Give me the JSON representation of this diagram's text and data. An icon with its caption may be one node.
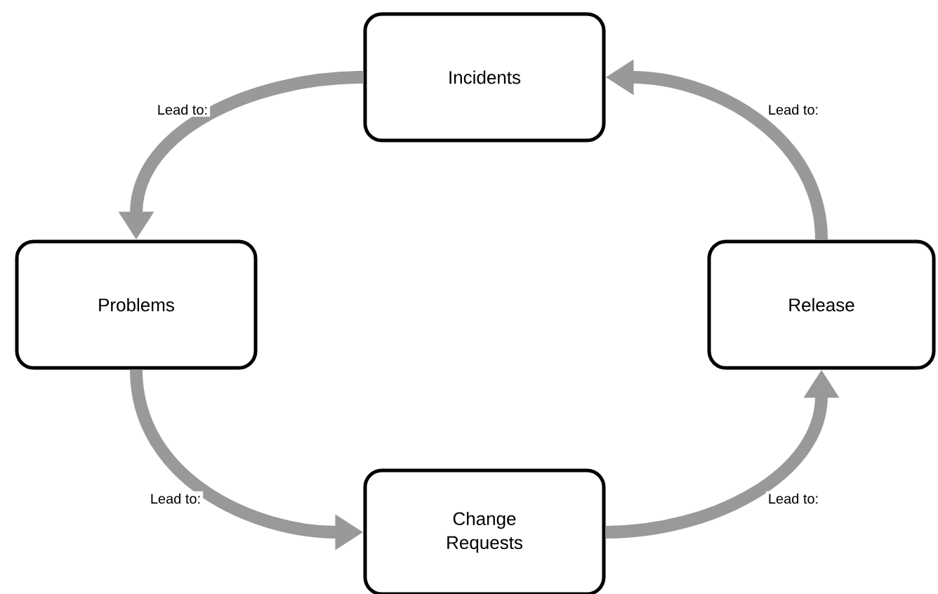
{
  "diagram": {
    "nodes": [
      {
        "text": [
          "Incidents"
        ]
      },
      {
        "text": [
          "Problems"
        ]
      },
      {
        "text": [
          "Release"
        ]
      },
      {
        "text": [
          "Change Requests"
        ]
      }
    ],
    "edges": [
      {
        "from": 0,
        "to": 1,
        "arrow": "to",
        "label": "Lead to:"
      },
      {
        "from": 1,
        "to": 3,
        "arrow": "to",
        "label": "Lead to:"
      },
      {
        "from": 3,
        "to": 2,
        "arrow": "to",
        "label": "Lead to:"
      },
      {
        "from": 2,
        "to": 0,
        "arrow": "to",
        "label": "Lead to:"
      }
    ]
  }
}
